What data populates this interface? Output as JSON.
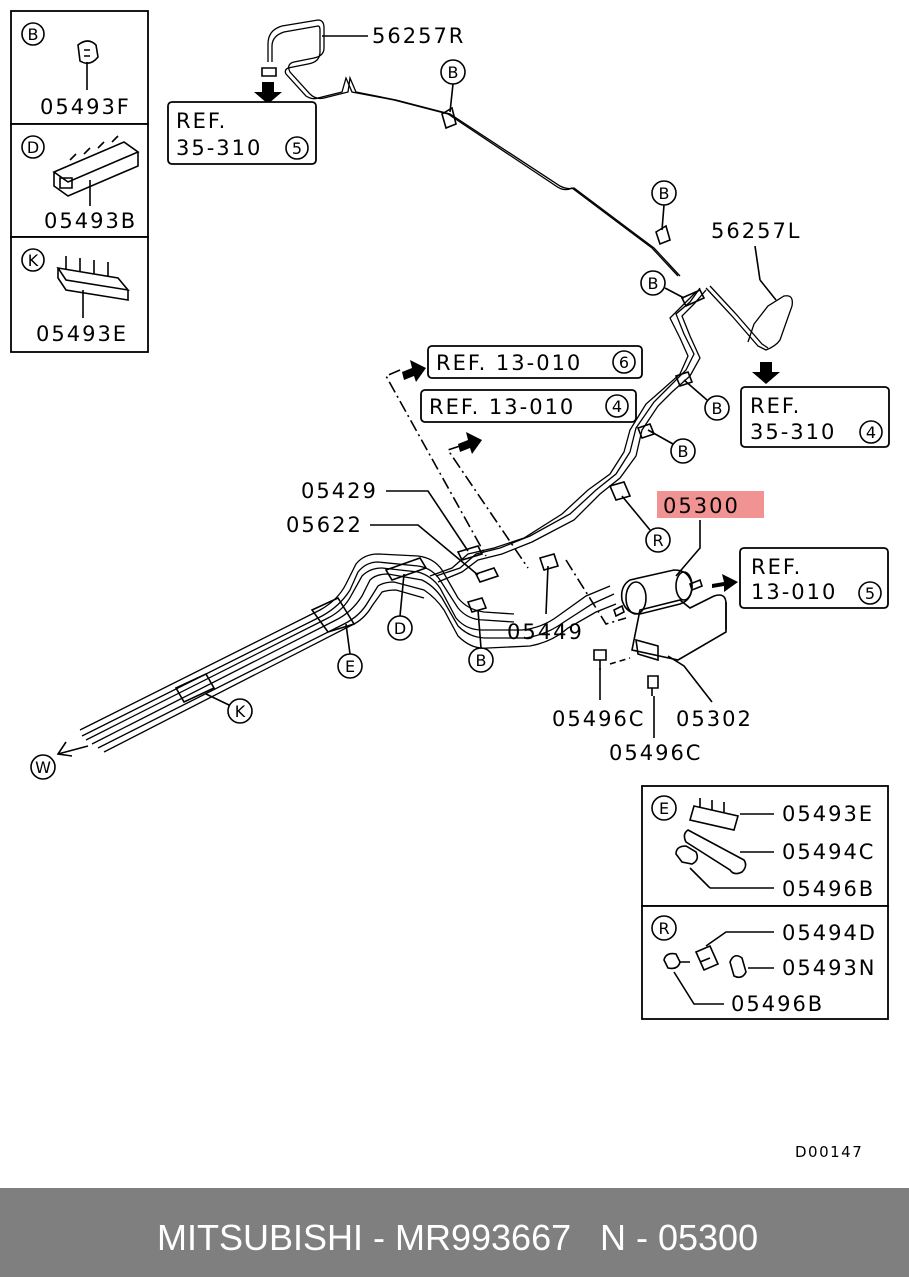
{
  "legend_boxes": [
    {
      "letter": "B",
      "part": "05493F"
    },
    {
      "letter": "D",
      "part": "05493B"
    },
    {
      "letter": "K",
      "part": "05493E"
    }
  ],
  "callouts": {
    "p56257R": "56257R",
    "p56257L": "56257L",
    "p05429": "05429",
    "p05622": "05622",
    "p05449": "05449",
    "p05300": "05300",
    "p05302": "05302",
    "p05496C_a": "05496C",
    "p05496C_b": "05496C"
  },
  "refs": {
    "r1": {
      "label": "REF.",
      "label2": "35-310",
      "num": "5"
    },
    "r2": {
      "label": "REF. 13-010",
      "num": "6"
    },
    "r3": {
      "label": "REF. 13-010",
      "num": "4"
    },
    "r4": {
      "label": "REF.",
      "label2": "35-310",
      "num": "4"
    },
    "r5": {
      "label": "REF.",
      "label2": "13-010",
      "num": "5"
    }
  },
  "markers": {
    "B": "B",
    "D": "D",
    "E": "E",
    "K": "K",
    "R": "R",
    "W": "W"
  },
  "detail_E": {
    "letter": "E",
    "parts": [
      "05493E",
      "05494C",
      "05496B"
    ]
  },
  "detail_R": {
    "letter": "R",
    "parts": [
      "05494D",
      "05493N",
      "05496B"
    ]
  },
  "drawing_code": "D00147",
  "highlight_color": "#f08080",
  "footer": {
    "brand": "MITSUBISHI - MR993667",
    "code": "N - 05300"
  }
}
